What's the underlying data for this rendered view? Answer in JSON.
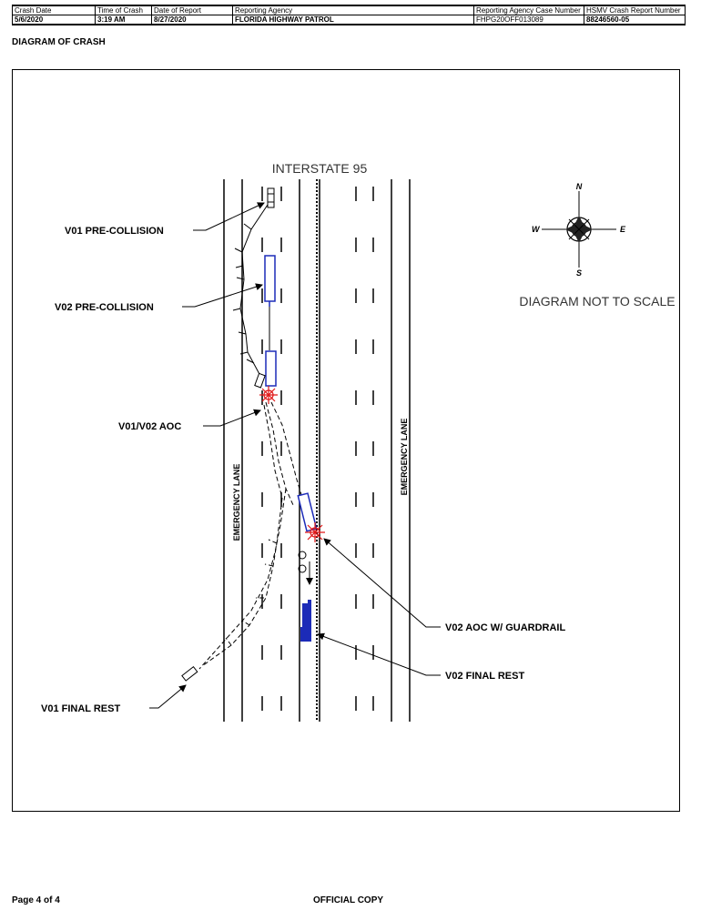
{
  "header": {
    "columns": [
      {
        "label": "Crash Date",
        "value": "5/6/2020"
      },
      {
        "label": "Time of Crash",
        "value": "3:19 AM"
      },
      {
        "label": "Date of Report",
        "value": "8/27/2020"
      },
      {
        "label": "Reporting Agency",
        "value": "FLORIDA HIGHWAY PATROL"
      },
      {
        "label": "Reporting Agency Case Number",
        "value": "FHPG20OFF013089"
      },
      {
        "label": "HSMV Crash Report Number",
        "value": "88246560-05"
      }
    ]
  },
  "section_title": "DIAGRAM OF CRASH",
  "diagram": {
    "road_name": "INTERSTATE 95",
    "scale_note": "DIAGRAM NOT TO SCALE",
    "emergency_lane_left": "EMERGENCY LANE",
    "emergency_lane_right": "EMERGENCY LANE",
    "compass": {
      "n": "N",
      "s": "S",
      "e": "E",
      "w": "W"
    },
    "labels": {
      "v01_pre_collision": "V01 PRE-COLLISION",
      "v02_pre_collision": "V02 PRE-COLLISION",
      "v01_v02_aoc": "V01/V02 AOC",
      "v02_aoc_guardrail": "V02 AOC W/ GUARDRAIL",
      "v02_final_rest": "V02 FINAL REST",
      "v01_final_rest": "V01 FINAL REST"
    },
    "colors": {
      "line": "#000000",
      "vehicle_v02": "#1c2bb8",
      "impact": "#e01818"
    }
  },
  "footer": {
    "page": "Page 4 of 4",
    "copy": "OFFICIAL COPY"
  }
}
